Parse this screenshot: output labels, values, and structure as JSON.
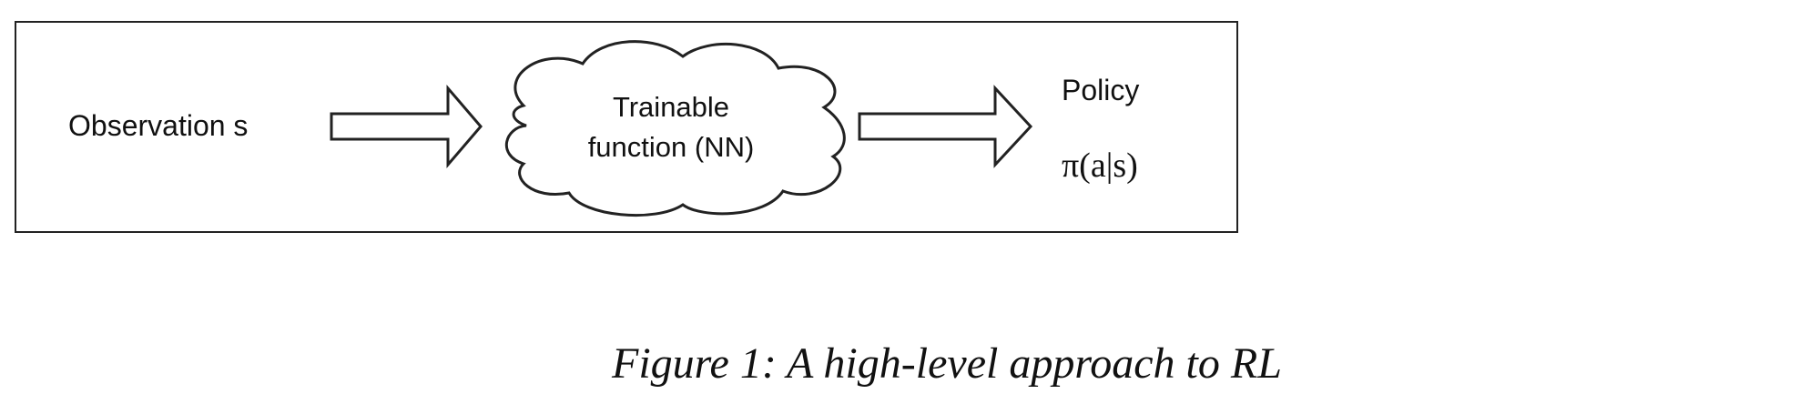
{
  "diagram": {
    "input_label": "Observation s",
    "function_label_line1": "Trainable",
    "function_label_line2": "function (NN)",
    "output_label": "Policy",
    "output_formula": "π(a|s)"
  },
  "caption": "Figure 1: A high-level approach to RL",
  "colors": {
    "stroke": "#222222",
    "text": "#111111",
    "background": "#ffffff"
  }
}
